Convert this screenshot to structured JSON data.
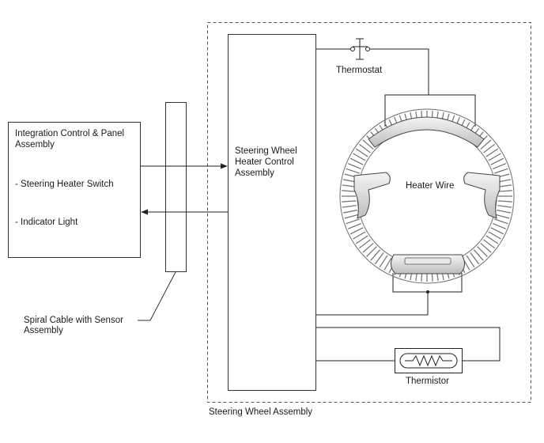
{
  "labels": {
    "integration_title_1": "Integration Control & Panel",
    "integration_title_2": "Assembly",
    "steering_heater_switch": "- Steering Heater Switch",
    "indicator_light": "- Indicator Light",
    "spiral_cable_1": "Spiral Cable with Sensor",
    "spiral_cable_2": "Assembly",
    "control_assembly_1": "Steering Wheel",
    "control_assembly_2": "Heater Control",
    "control_assembly_3": "Assembly",
    "thermostat": "Thermostat",
    "heater_wire": "Heater Wire",
    "thermistor": "Thermistor",
    "steering_wheel_assembly": "Steering Wheel Assembly"
  },
  "icons": {
    "thermostat": "switch-contact-icon",
    "thermistor": "resistor-icon",
    "steering_wheel": "steering-wheel-heater-icon"
  }
}
